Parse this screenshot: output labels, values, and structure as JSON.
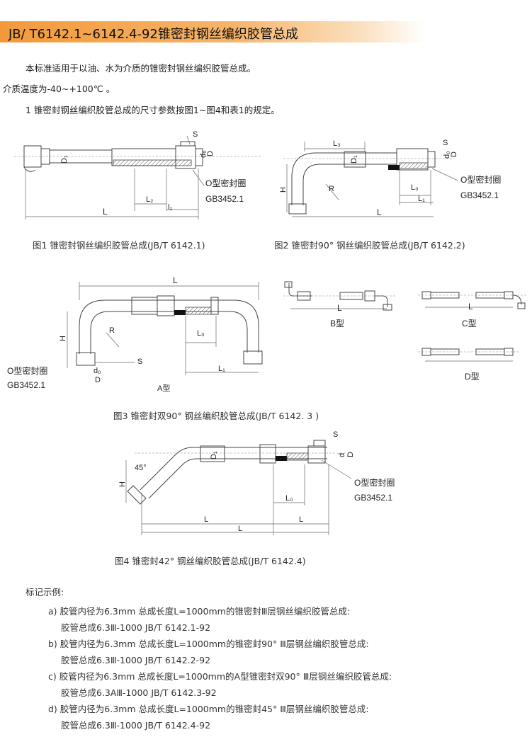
{
  "title": "JB/ T6142.1~6142.4-92锥密封钢丝编织胶管总成",
  "intro": {
    "line1": "本标准适用于以油、水为介质的锥密封钢丝编织胶管总成。",
    "line2": "介质温度为-40~+100℃ 。",
    "line3": "1 锥密封钢丝编织胶管总成的尺寸参数按图1~图4和表1的规定。"
  },
  "figures": {
    "fig1": {
      "caption": "图1  锥密封钢丝编织胶管总成(JB/T 6142.1)",
      "labels": {
        "s": "S",
        "d1": "D₁",
        "d0": "d₀",
        "d": "D",
        "l2": "L₂",
        "l1": "l₁",
        "l": "L",
        "oring": "O型密封圈",
        "gb": "GB3452.1"
      }
    },
    "fig2": {
      "caption": "图2  锥密封90°  钢丝编织胶管总成(JB/T 6142.2)",
      "labels": {
        "l3": "L₃",
        "s": "S",
        "d1": "D₁",
        "d0": "d₀",
        "d": "D",
        "h": "H",
        "r": "R",
        "l0": "L₀",
        "l1": "L₁",
        "l": "L",
        "oring": "O型密封圈",
        "gb": "GB3452.1"
      }
    },
    "fig3": {
      "caption": "图3 锥密封双90°  钢丝编织胶管总成(JB/T 6142. 3 )",
      "labels": {
        "l": "L",
        "h": "H",
        "r": "R",
        "s": "S",
        "l0": "L₀",
        "l1": "L₁",
        "d0": "d₀",
        "d": "D",
        "oring": "O型密封圈",
        "gb": "GB3452.1",
        "type_a": "A型",
        "type_b": "B型",
        "type_c": "C型",
        "type_d": "D型",
        "lb": "L",
        "lc": "L"
      }
    },
    "fig4": {
      "caption": "图4  锥密封42°  钢丝编织胶管总成(JB/T 6142.4)",
      "labels": {
        "angle": "45°",
        "h": "H",
        "d1": "D₁",
        "s": "S",
        "d": "d",
        "dd": "D",
        "l0": "L₀",
        "la": "L",
        "lb": "L",
        "l": "L",
        "oring": "O型密封圈",
        "gb": "GB3452.1"
      }
    }
  },
  "examples": {
    "heading": "标记示例:",
    "items": [
      {
        "line1": "a) 胶管内径为6.3mm   总成长度L=1000mm的锥密封Ⅲ层钢丝编织胶管总成:",
        "line2": "胶管总成6.3Ⅲ-1000 JB/T 6142.1-92"
      },
      {
        "line1": "b) 胶管内径为6.3mm   总成长度L=1000mm的锥密封90°  Ⅲ层钢丝编织胶管总成:",
        "line2": "胶管总成6.3Ⅲ-1000 JB/T 6142.2-92"
      },
      {
        "line1": "c) 胶管内径为6.3mm   总成长度L=1000mm的A型锥密封双90°  Ⅲ层钢丝编织胶管总成:",
        "line2": "胶管总成6.3AⅢ-1000 JB/T 6142.3-92"
      },
      {
        "line1": "d) 胶管内径为6.3mm   总成长度L=1000mm的锥密封45°  Ⅲ层钢丝编织胶管总成:",
        "line2": "胶管总成6.3Ⅲ-1000 JB/T 6142.4-92"
      }
    ]
  }
}
